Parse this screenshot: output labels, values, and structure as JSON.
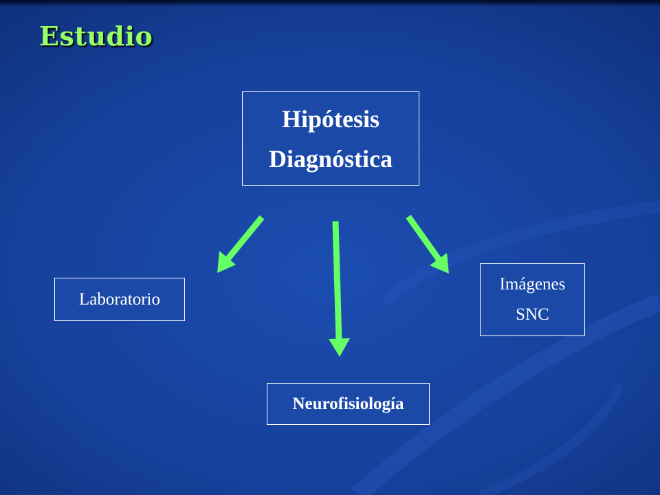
{
  "slide": {
    "title": "Estudio"
  },
  "diagram": {
    "root": {
      "line1": "Hipótesis",
      "line2": "Diagnóstica"
    },
    "branches": {
      "laboratorio": "Laboratorio",
      "imagenes": {
        "line1": "Imágenes",
        "line2": "SNC"
      },
      "neurofisiologia": "Neurofisiología"
    }
  },
  "colors": {
    "title": "#99ff66",
    "arrow": "#66ff66",
    "background": "#16409a",
    "box_border": "#ffffff"
  }
}
